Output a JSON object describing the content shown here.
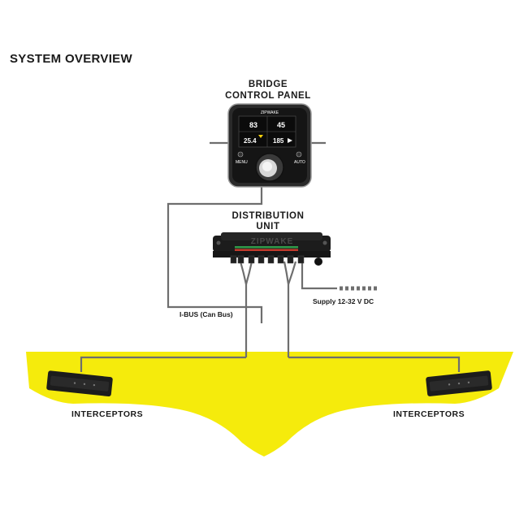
{
  "title": "SYSTEM OVERVIEW",
  "bridge_panel": {
    "label_line1": "BRIDGE",
    "label_line2": "CONTROL PANEL",
    "brand": "ZIPWAKE",
    "readout_top_left": "83",
    "readout_top_right": "45",
    "readout_bottom_left": "25.4",
    "readout_bottom_right": "185",
    "button_menu": "MENU",
    "button_auto": "AUTO"
  },
  "distribution_unit": {
    "label_line1": "DISTRIBUTION",
    "label_line2": "UNIT",
    "brand": "ZIPWAKE"
  },
  "ibus_label": "I-BUS (Can Bus)",
  "supply_label": "Supply 12-32 V DC",
  "interceptors_left": "INTERCEPTORS",
  "interceptors_right": "INTERCEPTORS",
  "colors": {
    "hull": "#f5eb0c",
    "cable": "#6e6e6e",
    "device": "#1c1c1c",
    "screen": "#0b0b0b"
  }
}
